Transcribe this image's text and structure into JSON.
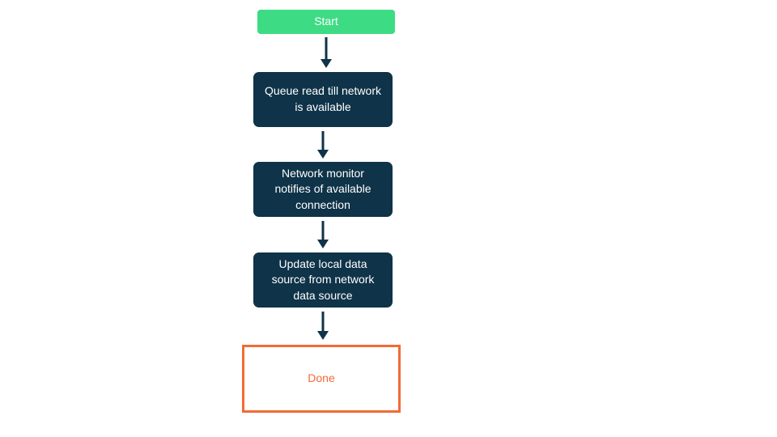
{
  "diagram": {
    "type": "flowchart",
    "direction": "top-down",
    "nodes": [
      {
        "id": "start",
        "type": "start",
        "label": "Start"
      },
      {
        "id": "queue-read",
        "type": "process",
        "label": "Queue read till network is available"
      },
      {
        "id": "network-monitor",
        "type": "process",
        "label": "Network monitor notifies of available connection"
      },
      {
        "id": "update-local",
        "type": "process",
        "label": "Update local data source from network data source"
      },
      {
        "id": "done",
        "type": "end",
        "label": "Done"
      }
    ],
    "edges": [
      {
        "from": "start",
        "to": "queue-read"
      },
      {
        "from": "queue-read",
        "to": "network-monitor"
      },
      {
        "from": "network-monitor",
        "to": "update-local"
      },
      {
        "from": "update-local",
        "to": "done"
      }
    ],
    "colors": {
      "start_bg": "#3ddc84",
      "process_bg": "#0f3348",
      "end_border": "#f26b35",
      "arrow": "#0f3348",
      "text_light": "#ffffff",
      "background": "#ffffff"
    }
  }
}
